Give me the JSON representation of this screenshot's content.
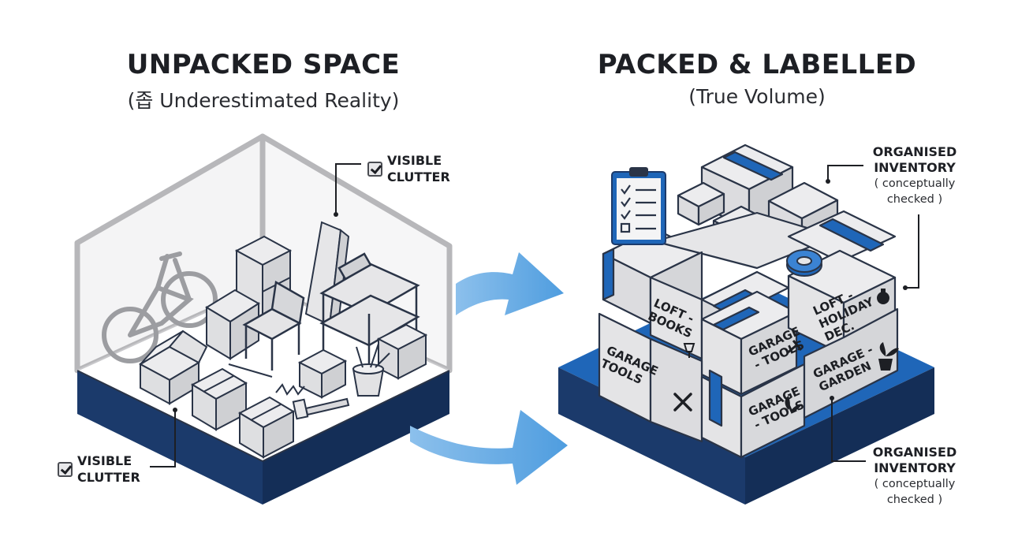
{
  "left_panel": {
    "title": "UNPACKED SPACE",
    "subtitle": "(좁 Underestimated Reality)",
    "callout_top": {
      "line1": "VISIBLE",
      "line2": "CLUTTER"
    },
    "callout_bottom": {
      "line1": "VISIBLE",
      "line2": "CLUTTER"
    }
  },
  "right_panel": {
    "title": "PACKED & LABELLED",
    "subtitle": "(True Volume)",
    "callout_top": {
      "line1": "ORGANISED",
      "line2": "INVENTORY",
      "line3": "( conceptually",
      "line4": "checked )"
    },
    "callout_bottom": {
      "line1": "ORGANISED",
      "line2": "INVENTORY",
      "line3": "( conceptually",
      "line4": "checked )"
    },
    "box_labels": {
      "loft_books": [
        "LOFT -",
        "BOOKS"
      ],
      "loft_holiday": [
        "LOFT -",
        "HOLIDAY",
        "DEC."
      ],
      "garage_tools_front_left": [
        "GARAGE",
        "- TOOLS"
      ],
      "garage_tools_mid": [
        "GARAGE",
        "- TOOLS"
      ],
      "garage_tools_lower": [
        "GARAGE",
        "TOOLS"
      ],
      "garage_garden": [
        "GARAGE -",
        "GARDEN"
      ]
    }
  },
  "colors": {
    "navy": "#1b3a6b",
    "blue": "#1f66b8",
    "arrow": "#6aaee6",
    "box_face": "#e3e3e5",
    "box_side": "#cfd0d3",
    "outline": "#2a3447"
  },
  "icons": [
    "checkbox-icon",
    "clipboard-icon",
    "bicycle-icon",
    "tape-roll-icon",
    "hammer-icon",
    "wrench-icon",
    "plant-icon",
    "ornament-icon",
    "glass-icon"
  ]
}
